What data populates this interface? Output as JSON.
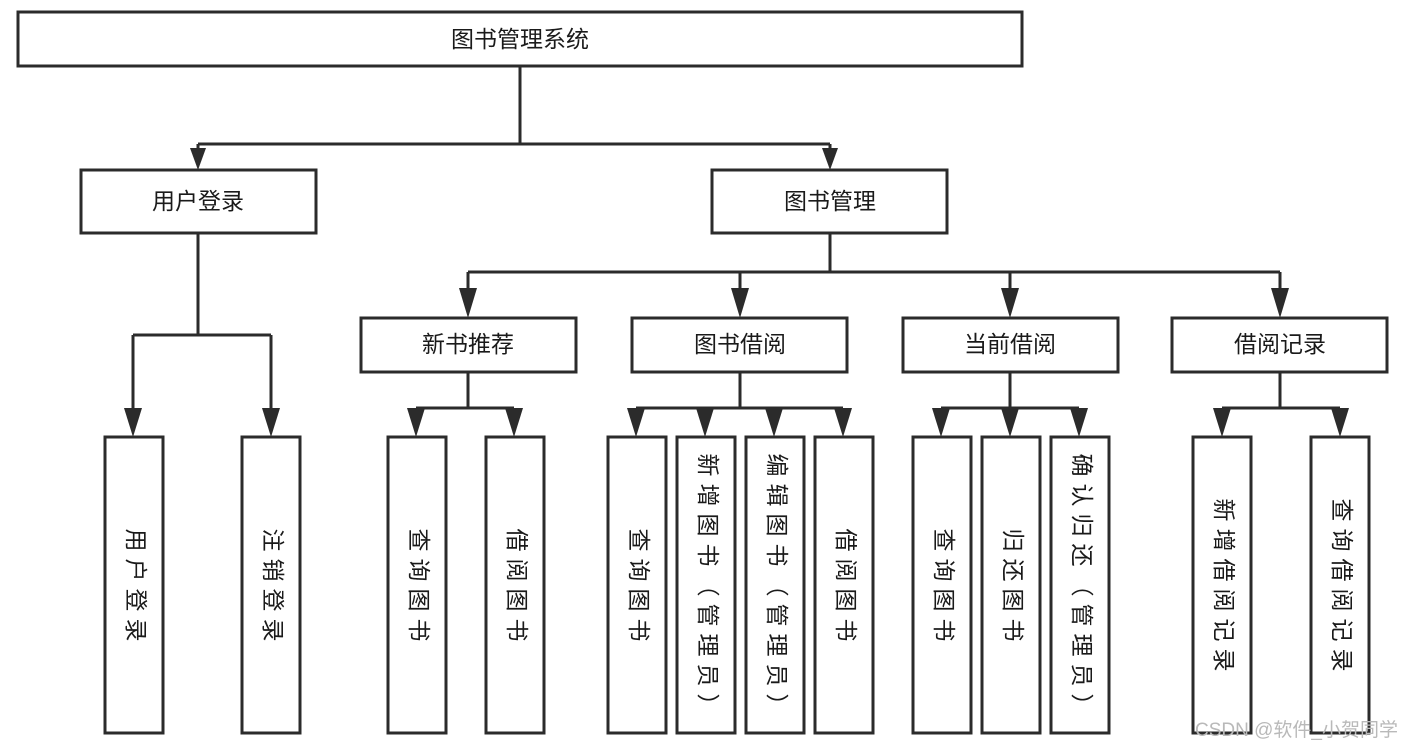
{
  "diagram": {
    "type": "tree-hierarchy",
    "title": "图书管理系统",
    "orientation": "top-down",
    "colors": {
      "box_fill": "#ffffff",
      "box_stroke": "#2b2b2b",
      "connector": "#2b2b2b",
      "text": "#1a1a1a",
      "watermark": "#b9b9b9"
    },
    "root": {
      "id": "root",
      "label": "图书管理系统",
      "orientation": "horizontal"
    },
    "level2": [
      {
        "id": "user-login",
        "label": "用户登录",
        "orientation": "horizontal"
      },
      {
        "id": "book-management",
        "label": "图书管理",
        "orientation": "horizontal"
      }
    ],
    "level3": [
      {
        "id": "new-book-recommend",
        "label": "新书推荐",
        "orientation": "horizontal",
        "parent": "book-management"
      },
      {
        "id": "book-borrow",
        "label": "图书借阅",
        "orientation": "horizontal",
        "parent": "book-management"
      },
      {
        "id": "current-borrow",
        "label": "当前借阅",
        "orientation": "horizontal",
        "parent": "book-management"
      },
      {
        "id": "borrow-record",
        "label": "借阅记录",
        "orientation": "horizontal",
        "parent": "book-management"
      }
    ],
    "leaves": [
      {
        "id": "leaf-user-login",
        "label": "用户登录",
        "orientation": "vertical",
        "parent": "user-login"
      },
      {
        "id": "leaf-logout-login",
        "label": "注销登录",
        "orientation": "vertical",
        "parent": "user-login"
      },
      {
        "id": "leaf-query-book-1",
        "label": "查询图书",
        "orientation": "vertical",
        "parent": "new-book-recommend"
      },
      {
        "id": "leaf-borrow-book-1",
        "label": "借阅图书",
        "orientation": "vertical",
        "parent": "new-book-recommend"
      },
      {
        "id": "leaf-query-book-2",
        "label": "查询图书",
        "orientation": "vertical",
        "parent": "book-borrow"
      },
      {
        "id": "leaf-add-book",
        "label": "新增图书（管理员）",
        "orientation": "vertical",
        "parent": "book-borrow"
      },
      {
        "id": "leaf-edit-book",
        "label": "编辑图书（管理员）",
        "orientation": "vertical",
        "parent": "book-borrow"
      },
      {
        "id": "leaf-borrow-book-2",
        "label": "借阅图书",
        "orientation": "vertical",
        "parent": "book-borrow"
      },
      {
        "id": "leaf-query-book-3",
        "label": "查询图书",
        "orientation": "vertical",
        "parent": "current-borrow"
      },
      {
        "id": "leaf-return-book",
        "label": "归还图书",
        "orientation": "vertical",
        "parent": "current-borrow"
      },
      {
        "id": "leaf-confirm-return",
        "label": "确认归还（管理员）",
        "orientation": "vertical",
        "parent": "current-borrow"
      },
      {
        "id": "leaf-add-record",
        "label": "新增借阅记录",
        "orientation": "vertical",
        "parent": "borrow-record"
      },
      {
        "id": "leaf-query-record",
        "label": "查询借阅记录",
        "orientation": "vertical",
        "parent": "borrow-record"
      }
    ],
    "watermark": "CSDN @软件_小贺同学"
  }
}
